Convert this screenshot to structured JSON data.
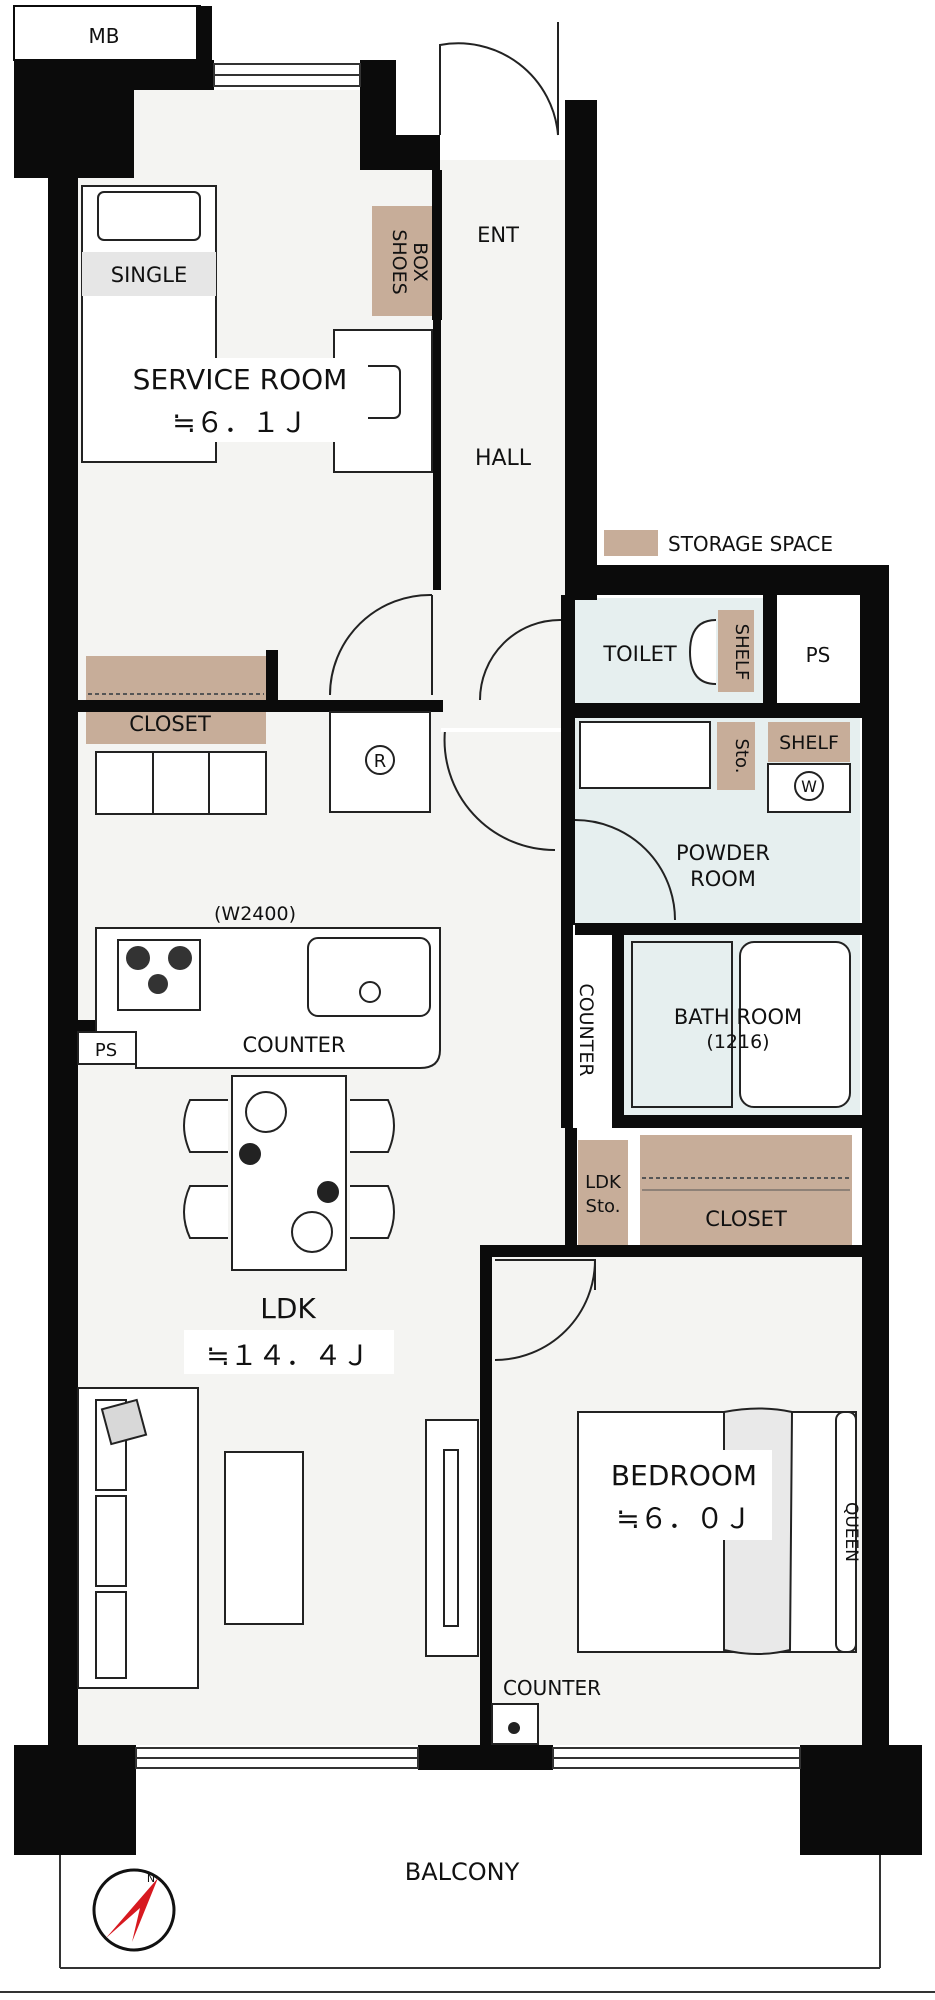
{
  "labels": {
    "mb": "MB",
    "entrance": "ENT",
    "shoes_box": [
      "SHOES",
      "BOX"
    ],
    "hall": "HALL",
    "service_room": "SERVICE ROOM",
    "service_room_size": "≒６．１Ｊ",
    "single_bed": "SINGLE",
    "closet_service": "CLOSET",
    "refrigerator": "R",
    "kitchen_width": "(W2400)",
    "counter_kitchen": "COUNTER",
    "ps_kitchen": "PS",
    "ldk": "LDK",
    "ldk_size": "≒１４．４Ｊ",
    "legend_storage": "STORAGE SPACE",
    "toilet": "TOILET",
    "shelf_toilet": "SHELF",
    "ps_toilet": "PS",
    "sto": "Sto.",
    "shelf_powder": "SHELF",
    "washer": "W",
    "powder_room": [
      "POWDER",
      "ROOM"
    ],
    "counter_vertical": "COUNTER",
    "bath_room": "BATH ROOM",
    "bath_size": "(1216)",
    "ldk_sto": [
      "LDK",
      "Sto."
    ],
    "closet_bedroom": "CLOSET",
    "bedroom": "BEDROOM",
    "bedroom_size": "≒６．０Ｊ",
    "queen_bed": "QUEEN",
    "counter_bedroom": "COUNTER",
    "balcony": "BALCONY",
    "north": "N"
  },
  "colors": {
    "wall": "#0b0b0b",
    "floor": "#f4f4f2",
    "wet_floor": "#e6efef",
    "storage": "#c7ad99",
    "furniture_fill": "#ffffff",
    "compass_arrow": "#d71920"
  },
  "icons": [
    "compass-icon",
    "stove-icon",
    "sink-icon",
    "washer-icon",
    "refrigerator-icon",
    "toilet-icon"
  ]
}
